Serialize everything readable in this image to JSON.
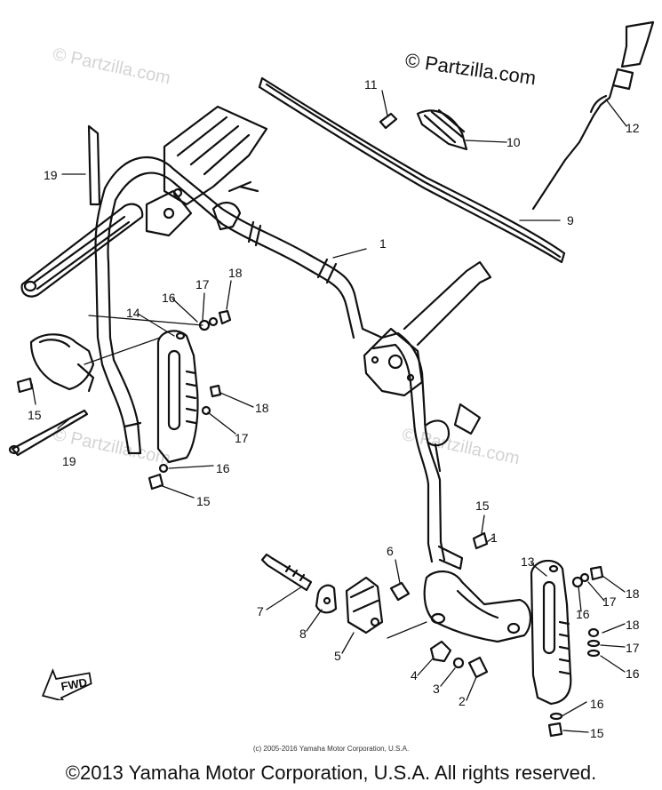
{
  "brand": "© Partzilla.com",
  "watermarks": [
    "© Partzilla.com",
    "© Partzilla.com",
    "© Partzilla.com"
  ],
  "fwd_label": "FWD",
  "copyright_small": "(c) 2005-2016 Yamaha Motor Corporation, U.S.A.",
  "copyright_main": "©2013 Yamaha Motor Corporation, U.S.A. All rights reserved.",
  "callouts": [
    {
      "id": "c1",
      "text": "1"
    },
    {
      "id": "c2",
      "text": "1"
    },
    {
      "id": "c3",
      "text": "2"
    },
    {
      "id": "c4",
      "text": "3"
    },
    {
      "id": "c5",
      "text": "4"
    },
    {
      "id": "c6",
      "text": "5"
    },
    {
      "id": "c7",
      "text": "6"
    },
    {
      "id": "c8",
      "text": "7"
    },
    {
      "id": "c9",
      "text": "8"
    },
    {
      "id": "c10",
      "text": "9"
    },
    {
      "id": "c11",
      "text": "10"
    },
    {
      "id": "c12",
      "text": "11"
    },
    {
      "id": "c13",
      "text": "12"
    },
    {
      "id": "c14",
      "text": "13"
    },
    {
      "id": "c15",
      "text": "14"
    },
    {
      "id": "c16",
      "text": "15"
    },
    {
      "id": "c17",
      "text": "15"
    },
    {
      "id": "c18",
      "text": "15"
    },
    {
      "id": "c19",
      "text": "15"
    },
    {
      "id": "c20",
      "text": "16"
    },
    {
      "id": "c21",
      "text": "16"
    },
    {
      "id": "c22",
      "text": "16"
    },
    {
      "id": "c23",
      "text": "16"
    },
    {
      "id": "c24",
      "text": "16"
    },
    {
      "id": "c25",
      "text": "17"
    },
    {
      "id": "c26",
      "text": "17"
    },
    {
      "id": "c27",
      "text": "17"
    },
    {
      "id": "c28",
      "text": "17"
    },
    {
      "id": "c29",
      "text": "18"
    },
    {
      "id": "c30",
      "text": "18"
    },
    {
      "id": "c31",
      "text": "18"
    },
    {
      "id": "c32",
      "text": "18"
    },
    {
      "id": "c33",
      "text": "19"
    },
    {
      "id": "c34",
      "text": "19"
    }
  ]
}
